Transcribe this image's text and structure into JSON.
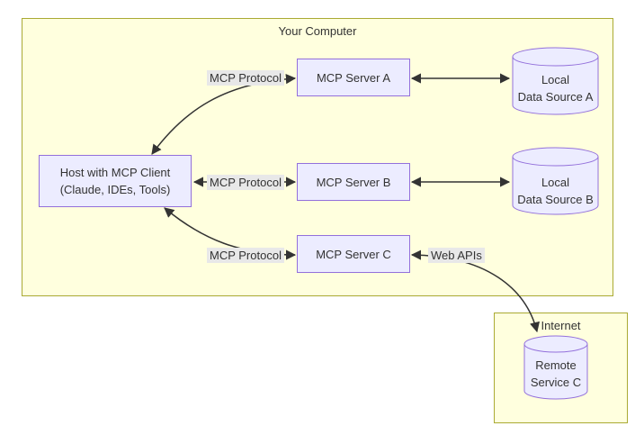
{
  "diagram": {
    "type": "flowchart",
    "containers": {
      "your_computer": {
        "label": "Your Computer"
      },
      "internet": {
        "label": "Internet"
      }
    },
    "nodes": {
      "host": {
        "line1": "Host with MCP Client",
        "line2": "(Claude, IDEs, Tools)"
      },
      "server_a": {
        "label": "MCP Server A"
      },
      "server_b": {
        "label": "MCP Server B"
      },
      "server_c": {
        "label": "MCP Server C"
      },
      "source_a": {
        "line1": "Local",
        "line2": "Data Source A",
        "shape": "cylinder"
      },
      "source_b": {
        "line1": "Local",
        "line2": "Data Source B",
        "shape": "cylinder"
      },
      "remote_c": {
        "line1": "Remote",
        "line2": "Service C",
        "shape": "cylinder"
      }
    },
    "edges": {
      "host_server_a": {
        "label": "MCP Protocol",
        "direction": "bidirectional"
      },
      "host_server_b": {
        "label": "MCP Protocol",
        "direction": "bidirectional"
      },
      "host_server_c": {
        "label": "MCP Protocol",
        "direction": "bidirectional"
      },
      "server_a_source_a": {
        "label": "",
        "direction": "bidirectional"
      },
      "server_b_source_b": {
        "label": "",
        "direction": "bidirectional"
      },
      "server_c_remote_c": {
        "label": "Web APIs",
        "direction": "bidirectional"
      }
    },
    "colors": {
      "container_fill": "#ffffde",
      "container_border": "#aaaa33",
      "node_fill": "#ececff",
      "node_border": "#9370db",
      "edge_color": "#333333",
      "edge_label_bg": "#e8e8e8",
      "text_color": "#333333"
    }
  }
}
